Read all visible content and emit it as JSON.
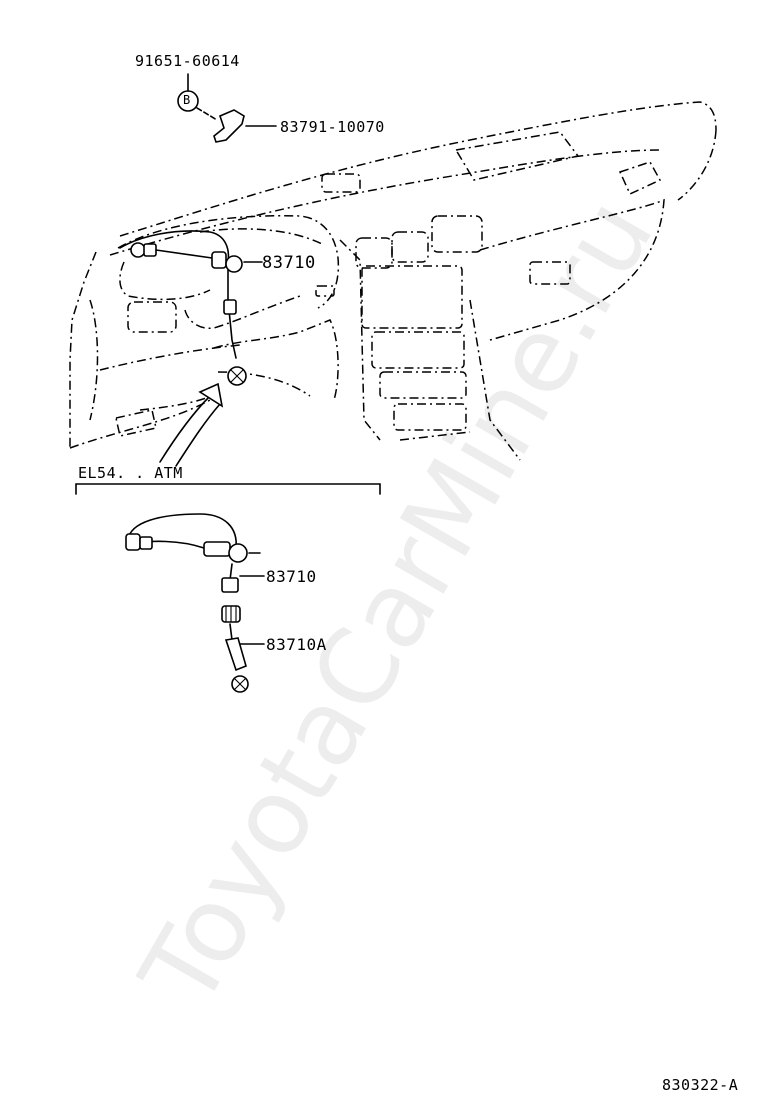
{
  "watermark": "ToyotaCarMine.ru",
  "callouts": {
    "bolt": "91651-60614",
    "bolt_marker": "B",
    "clamp": "83791-10070",
    "cable_main": "83710",
    "section_title": "EL54. . ATM",
    "cable_atm": "83710",
    "cable_atm_sub": "83710A"
  },
  "figure_code": "830322-A"
}
